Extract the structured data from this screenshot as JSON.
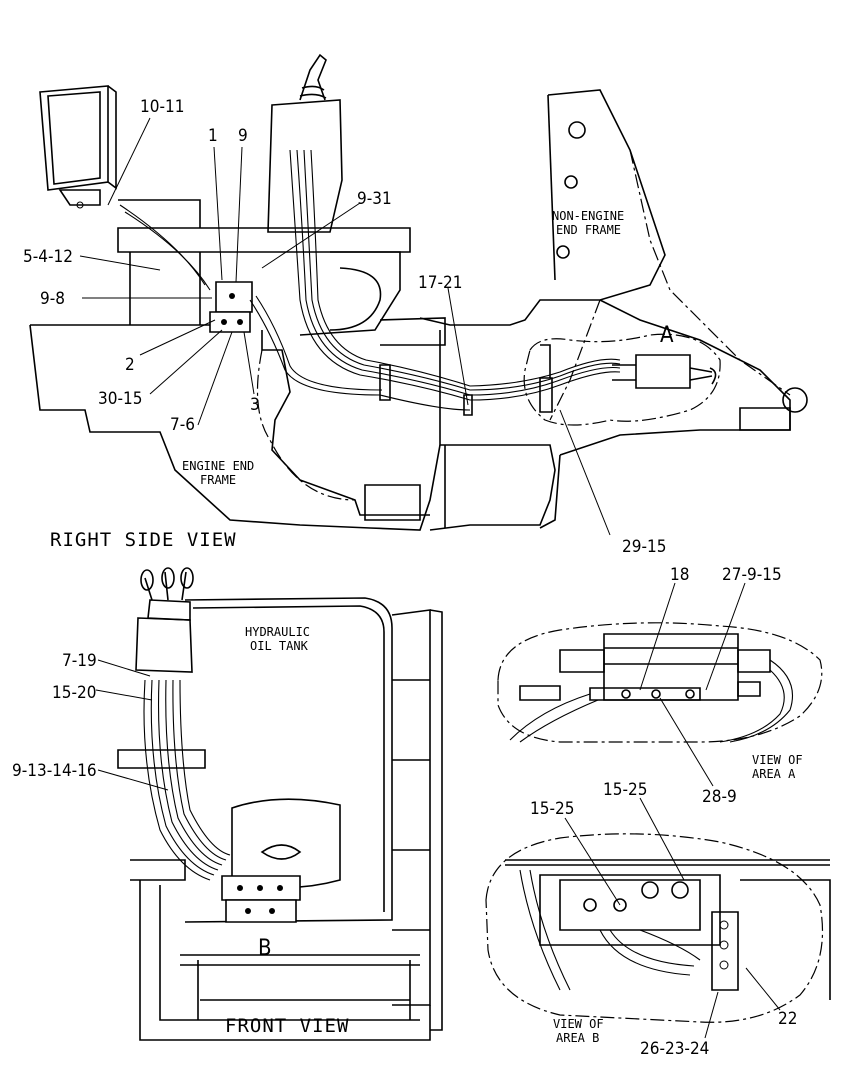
{
  "views": {
    "right_side": "RIGHT SIDE VIEW",
    "front": "FRONT VIEW",
    "area_a": [
      "VIEW OF",
      "AREA A"
    ],
    "area_b": [
      "VIEW OF",
      "AREA B"
    ]
  },
  "notes": {
    "non_engine": [
      "NON-ENGINE",
      "END FRAME"
    ],
    "engine": [
      "ENGINE END",
      "FRAME"
    ],
    "tank": [
      "HYDRAULIC",
      "OIL TANK"
    ]
  },
  "area_letters": {
    "a": "A",
    "b": "B"
  },
  "callouts": {
    "c_10_11": "10-11",
    "c_1": "1",
    "c_9": "9",
    "c_9_31": "9-31",
    "c_5_4_12": "5-4-12",
    "c_9_8": "9-8",
    "c_2": "2",
    "c_30_15": "30-15",
    "c_7_6": "7-6",
    "c_3": "3",
    "c_17_21": "17-21",
    "c_29_15": "29-15",
    "c_18": "18",
    "c_27_9_15": "27-9-15",
    "c_28_9": "28-9",
    "c_7_19": "7-19",
    "c_15_20": "15-20",
    "c_9_13_14_16": "9-13-14-16",
    "c_15_25_a": "15-25",
    "c_15_25_b": "15-25",
    "c_22": "22",
    "c_26_23_24": "26-23-24"
  }
}
